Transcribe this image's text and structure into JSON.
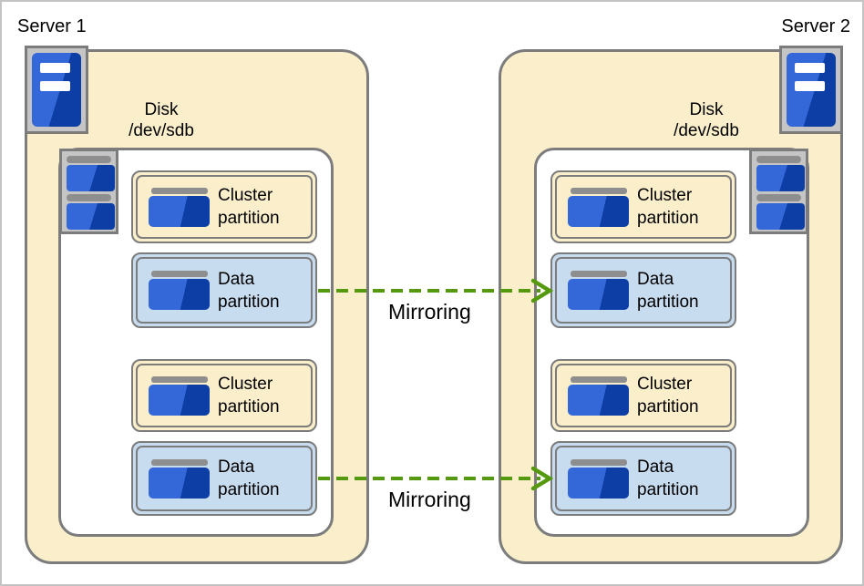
{
  "colors": {
    "server-fill": "#FAEECB",
    "cluster-fill": "#FAEECB",
    "data-fill": "#C8DCF0",
    "border-gray": "#7C7C7C",
    "icon-bg": "#C5C5C5",
    "icon-bar": "#8E8E8E",
    "blue-light": "#3467D7",
    "blue-dark": "#0D3EA5",
    "arrow-green": "#55990F",
    "canvas-border": "#C4C4C4",
    "text": "#000000"
  },
  "servers": [
    {
      "label": "Server 1",
      "disk": {
        "line1": "Disk",
        "line2": "/dev/sdb"
      },
      "partitions": [
        {
          "type": "cluster",
          "line1": "Cluster",
          "line2": "partition"
        },
        {
          "type": "data",
          "line1": "Data",
          "line2": "partition"
        },
        {
          "type": "cluster",
          "line1": "Cluster",
          "line2": "partition"
        },
        {
          "type": "data",
          "line1": "Data",
          "line2": "partition"
        }
      ]
    },
    {
      "label": "Server 2",
      "disk": {
        "line1": "Disk",
        "line2": "/dev/sdb"
      },
      "partitions": [
        {
          "type": "cluster",
          "line1": "Cluster",
          "line2": "partition"
        },
        {
          "type": "data",
          "line1": "Data",
          "line2": "partition"
        },
        {
          "type": "cluster",
          "line1": "Cluster",
          "line2": "partition"
        },
        {
          "type": "data",
          "line1": "Data",
          "line2": "partition"
        }
      ]
    }
  ],
  "arrows": [
    {
      "label": "Mirroring"
    },
    {
      "label": "Mirroring"
    }
  ]
}
